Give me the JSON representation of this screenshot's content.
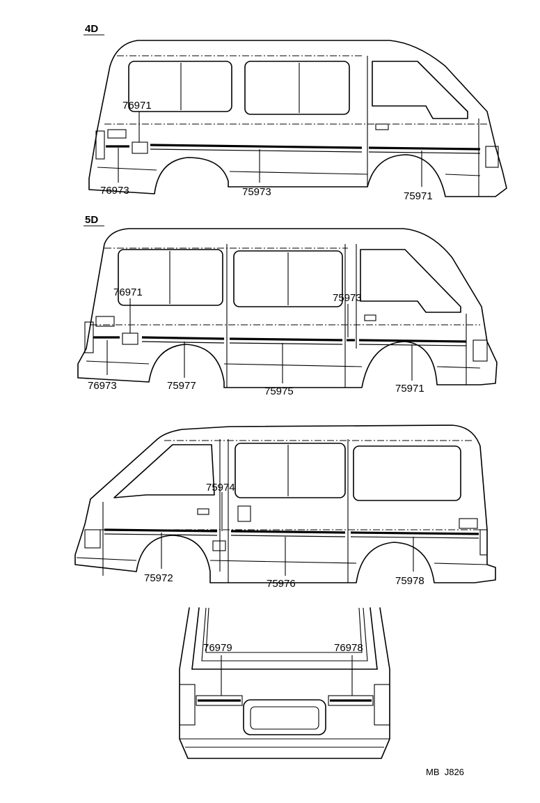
{
  "views": {
    "view_4d": {
      "header": "4D",
      "labels": [
        "76971",
        "76973",
        "75973",
        "75971"
      ]
    },
    "view_5d": {
      "header": "5D",
      "labels": [
        "76971",
        "75973",
        "76973",
        "75977",
        "75975",
        "75971"
      ]
    },
    "view_right_side": {
      "labels": [
        "75974",
        "75972",
        "75976",
        "75978"
      ]
    },
    "view_rear": {
      "labels": [
        "76979",
        "76978"
      ]
    }
  },
  "footer_code": "MB  J826"
}
